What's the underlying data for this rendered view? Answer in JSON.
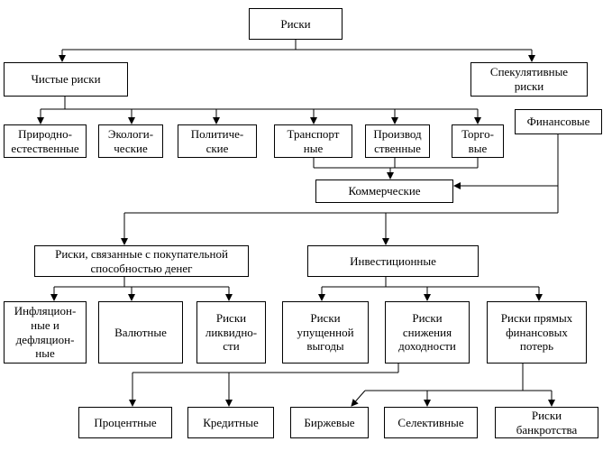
{
  "nodes": {
    "risks": "Риски",
    "pure": "Чистые риски",
    "speculative": "Спекулятивные\nриски",
    "natural": "Природно-\nестественные",
    "ecological": "Экологи-\nческие",
    "political": "Политиче-\nские",
    "transport": "Транспорт\nные",
    "production": "Производ\nственные",
    "trade": "Торго-\nвые",
    "financial": "Финансовые",
    "commercial": "Коммерческие",
    "purchasing": "Риски, связанные с покупательной\nспособностью денег",
    "investment": "Инвестиционные",
    "inflation": "Инфляцион-\nные и\nдефляцион-\nные",
    "currency": "Валютные",
    "liquidity": "Риски\nликвидно-\nсти",
    "lost_profit": "Риски\nупущенной\nвыгоды",
    "yield_decline": "Риски\nснижения\nдоходности",
    "direct_losses": "Риски прямых\nфинансовых\nпотерь",
    "interest": "Процентные",
    "credit": "Кредитные",
    "exchange": "Биржевые",
    "selective": "Селективные",
    "bankruptcy": "Риски\nбанкротства"
  }
}
